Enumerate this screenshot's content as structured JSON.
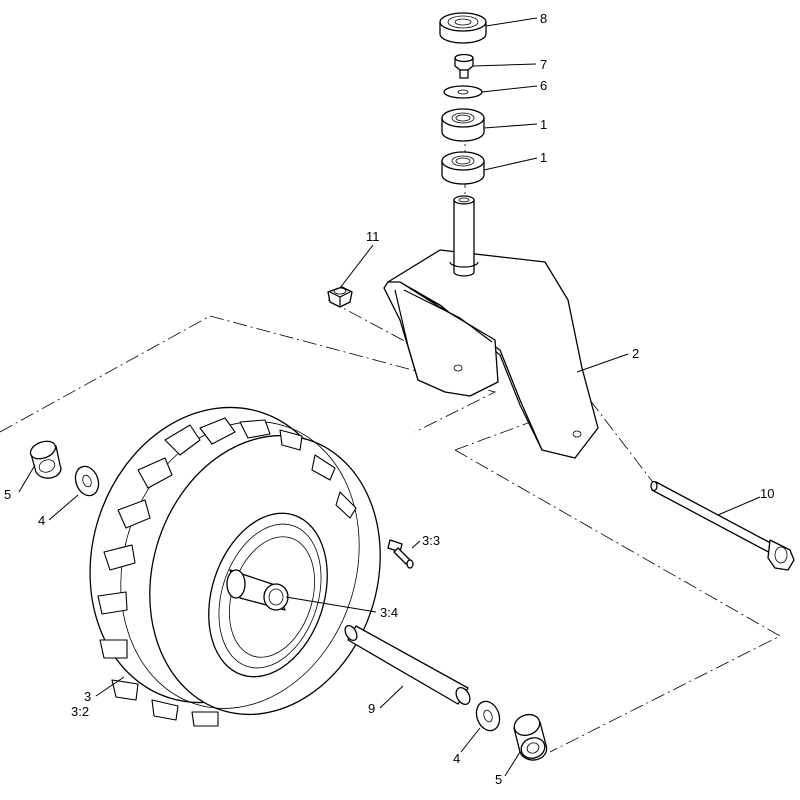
{
  "callouts": {
    "c8": "8",
    "c7": "7",
    "c6": "6",
    "c1a": "1",
    "c1b": "1",
    "c11": "11",
    "c2": "2",
    "c10": "10",
    "c5a": "5",
    "c4a": "4",
    "c33": "3:3",
    "c34": "3:4",
    "c3": "3",
    "c32": "3:2",
    "c9": "9",
    "c4b": "4",
    "c5b": "5"
  }
}
